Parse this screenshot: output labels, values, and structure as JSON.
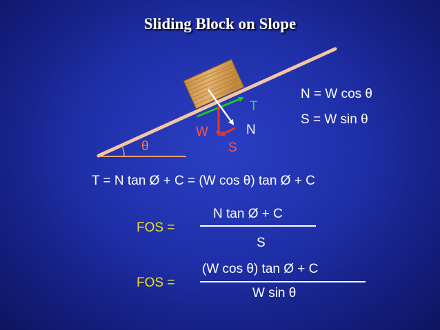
{
  "title": "Sliding Block on Slope",
  "diagram": {
    "angle_label": "θ",
    "force_labels": {
      "T": "T",
      "N": "N",
      "W": "W",
      "S": "S"
    }
  },
  "equations": {
    "n_eq": "N = W cos θ",
    "s_eq": "S = W sin θ",
    "t_eq": "T = N tan Ø + C = (W cos θ) tan Ø + C"
  },
  "fos1": {
    "label": "FOS =",
    "numerator": "N tan Ø + C",
    "denominator": "S"
  },
  "fos2": {
    "label": "FOS =",
    "numerator": "(W cos θ) tan Ø + C",
    "denominator": "W sin θ"
  },
  "colors": {
    "background": "#1f2fa8",
    "slope": "#f3c6a4",
    "angle_line": "#e8a070",
    "block": "#d9a35c",
    "force_T": "#1ec81e",
    "force_W": "#e23a2a",
    "force_S": "#e23a2a",
    "force_N": "#ffffff",
    "label_T": "#2ddc2d",
    "label_W": "#ff5a3c",
    "label_S": "#ff5a3c",
    "label_theta": "#ff7a4a",
    "fos": "#f0e21c"
  }
}
